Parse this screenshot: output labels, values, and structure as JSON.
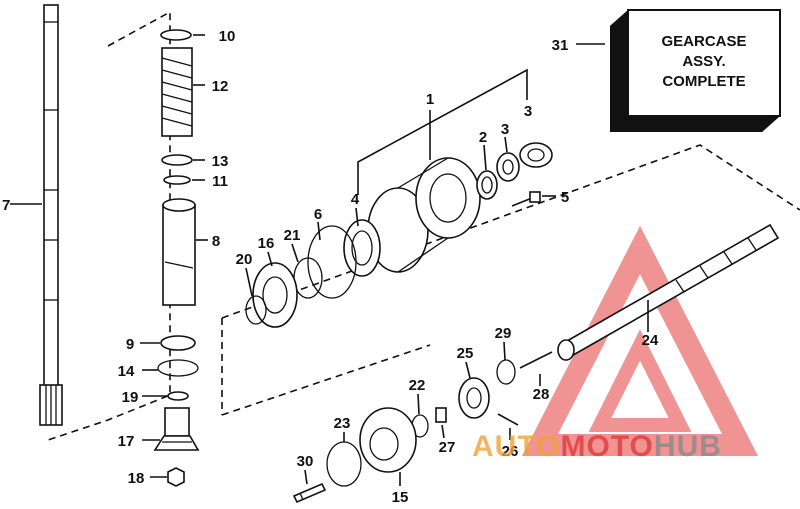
{
  "parts": {
    "p1": "1",
    "p2": "2",
    "p3a": "3",
    "p3b": "3",
    "p4": "4",
    "p5": "5",
    "p6": "6",
    "p7": "7",
    "p8": "8",
    "p9": "9",
    "p10": "10",
    "p11": "11",
    "p12": "12",
    "p13": "13",
    "p14": "14",
    "p15": "15",
    "p16": "16",
    "p17": "17",
    "p18": "18",
    "p19": "19",
    "p20": "20",
    "p21": "21",
    "p22": "22",
    "p23": "23",
    "p24": "24",
    "p25": "25",
    "p26": "26",
    "p27": "27",
    "p28": "28",
    "p29": "29",
    "p30": "30",
    "p31": "31"
  },
  "gearcase_box": {
    "line1": "GEARCASE",
    "line2": "ASSY.",
    "line3": "COMPLETE"
  },
  "watermark": {
    "part1": "AUTO",
    "part2": "MOTO",
    "part3": "HUB"
  },
  "colors": {
    "watermark_red": "#e23b3b",
    "watermark_orange": "#f0a23a",
    "watermark_gray": "#8a8a8a",
    "ink": "#111111"
  }
}
